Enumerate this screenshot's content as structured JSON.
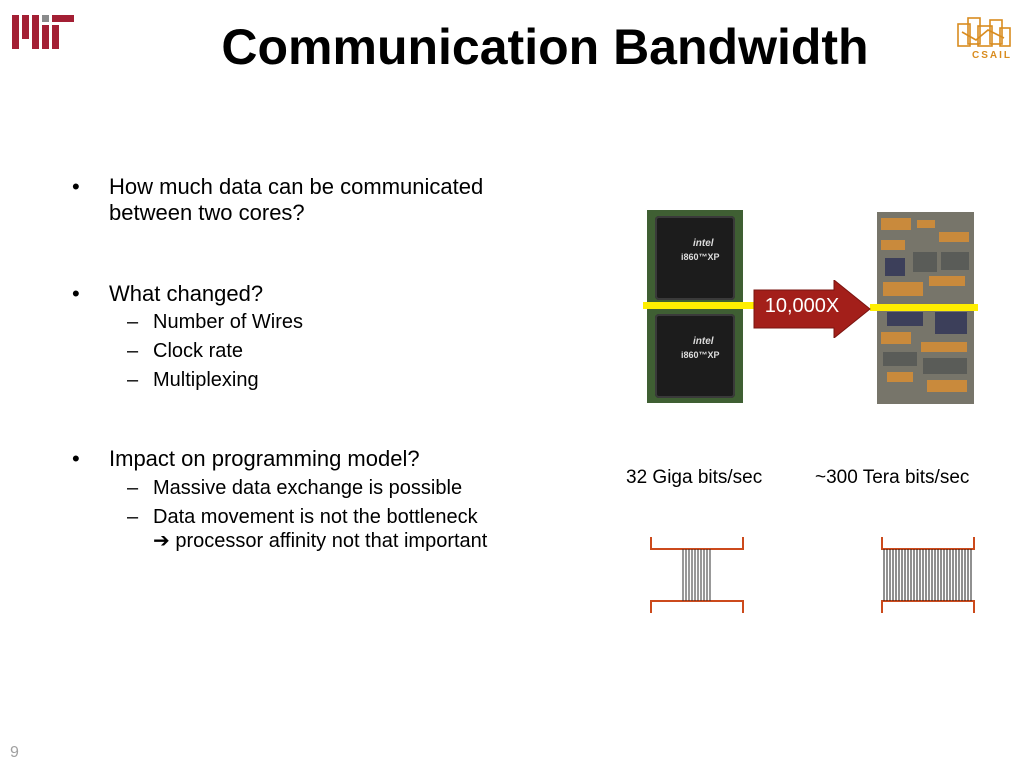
{
  "slide": {
    "title": "Communication Bandwidth",
    "page_number": "9"
  },
  "logos": {
    "left": {
      "icon": "mit-logo",
      "colors": [
        "#a31f34",
        "#8a8b8c"
      ]
    },
    "right": {
      "icon": "csail-logo",
      "label": "CSAIL",
      "color": "#d98c1f"
    }
  },
  "bullets": [
    {
      "text": "How much data can be communicated between two cores?"
    },
    {
      "text": "What changed?",
      "sub": [
        "Number of Wires",
        "Clock rate",
        "Multiplexing"
      ]
    },
    {
      "text": "Impact on programming model?",
      "sub": [
        "Massive data exchange is possible",
        "Data movement is not the bottleneck",
        "processor affinity not that important"
      ]
    }
  ],
  "figure": {
    "arrow_label": "10,000X",
    "arrow_color": "#a31f1a",
    "link_color": "#ffee00",
    "chip_label": "i860™XP",
    "caption_left": "32 Giga bits/sec",
    "caption_right": "~300 Tera bits/sec",
    "bus_color": "#cc4a1c"
  }
}
